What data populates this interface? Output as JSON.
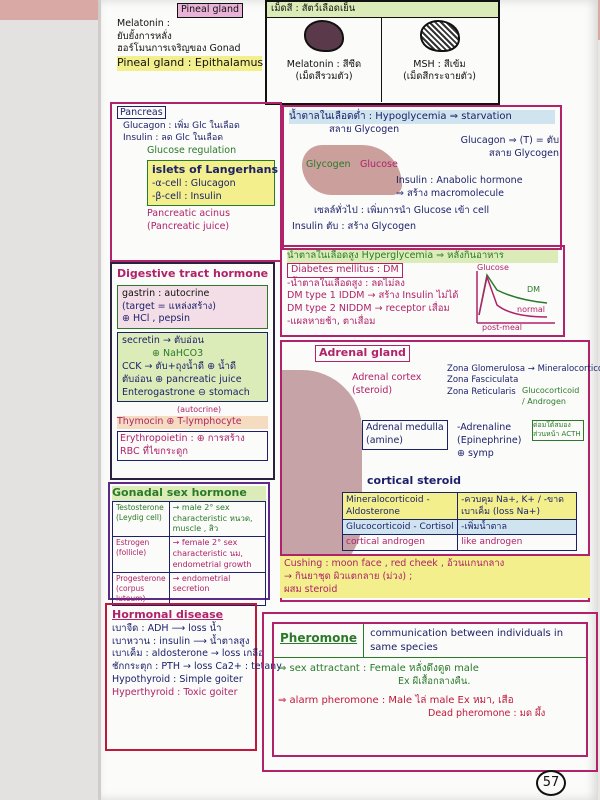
{
  "pineal": {
    "title": "Pineal gland",
    "lines": [
      "Melatonin :",
      "ยับยั้งการหลั่ง",
      "ฮอร์โมนการเจริญของ Gonad"
    ],
    "footer": "Pineal gland : Epithalamus"
  },
  "pigment": {
    "header": "เม็ดสี : สัตว์เลือดเย็น",
    "melatonin": "Melatonin : สีซีด",
    "melatonin_sub": "(เม็ดสีรวมตัว)",
    "msh": "MSH : สีเข้ม",
    "msh_sub": "(เม็ดสีกระจายตัว)"
  },
  "pancreas": {
    "label": "Pancreas",
    "glucagon": "Glucagon : เพิ่ม Glc ในเลือด",
    "insulin": "Insulin : ลด Glc ในเลือด",
    "regulation": "Glucose regulation",
    "islets_title": "islets of Langerhans",
    "alpha": "-α-cell : Glucagon",
    "beta": "-β-cell : Insulin",
    "acinus": "Pancreatic acinus",
    "juice": "(Pancreatic juice)"
  },
  "hypo": {
    "header": "น้ำตาลในเลือดต่ำ : Hypoglycemia ⇒ starvation",
    "glycogen_label": "สลาย Glycogen",
    "liver_glycogen": "Glycogen",
    "liver_glucose": "Glucose",
    "glucagon": "Glucagon ⇒ (T) = ตับ",
    "glucagon2": "สลาย Glycogen",
    "insulin": "Insulin : Anabolic hormone",
    "insulin2": "⇒ สร้าง macromolecule",
    "insulin3": "เซลล์ทั่วไป : เพิ่มการนำ Glucose เข้า cell",
    "insulin4": "Insulin ตับ : สร้าง Glycogen"
  },
  "hyper": {
    "header": "น้ำตาลในเลือดสูง Hyperglycemia ⇒ หลังกินอาหาร",
    "dm_title": "Diabetes mellitus : DM",
    "lines": [
      "-น้ำตาลในเลือดสูง : ลดไม่ลง",
      "DM type 1 IDDM → สร้าง Insulin ไม่ได้",
      "DM type 2 NIDDM → receptor เสื่อม",
      "-แผลหายช้า, ตาเสื่อม"
    ],
    "graph_y": "Glucose",
    "graph_dm": "DM",
    "graph_normal": "normal",
    "graph_x": "post-meal"
  },
  "digestive": {
    "title": "Digestive tract hormone",
    "gastrin": "gastrin : autocrine",
    "gastrin2": "(target = แหล่งสร้าง)",
    "gastrin3": "⊕ HCl , pepsin",
    "secretin": "secretin → ตับอ่อน",
    "secretin2": "⊕ NaHCO3",
    "cck": "CCK → ตับ+ถุงน้ำดี ⊕ น้ำดี",
    "cck2": "ตับอ่อน ⊕ pancreatic juice",
    "entero": "Enterogastrone ⊖ stomach",
    "thymocin": "Thymocin ⊕ T-lymphocyte",
    "thymocin_note": "(autocrine)",
    "epo": "Erythropoietin : ⊕ การสร้าง RBC ที่ไขกระดูก"
  },
  "adrenal": {
    "title": "Adrenal gland",
    "cortex": "Adrenal cortex",
    "cortex_sub": "(steroid)",
    "zona1": "Zona Glomerulosa → Mineralocorticoid",
    "zona2": "Zona Fasciculata",
    "zona3": "Zona Reticularis",
    "zona_out": "Glucocorticoid / Androgen",
    "acth": "ต่อมใต้สมองส่วนหน้า ACTH",
    "medulla": "Adrenal medulla",
    "medulla_sub": "(amine)",
    "adrenaline": "-Adrenaline",
    "epi": "(Epinephrine)",
    "symp": "⊕ symp",
    "cortical": "cortical steroid",
    "table": [
      [
        "Mineralocorticoid - Aldosterone",
        "-ควบคุม Na+, K+ / -ขาด เบาเค็ม (loss Na+)"
      ],
      [
        "Glucocorticoid - Cortisol",
        "-เพิ่มน้ำตาล"
      ],
      [
        "cortical androgen",
        "like androgen"
      ]
    ],
    "cushing": "Cushing : moon face , red cheek , อ้วนแกนกลาง",
    "cushing2": "→ กินยาชุด ผิวแตกลาย (ม่วง) ;",
    "cushing3": "ผสม steroid"
  },
  "sex": {
    "title": "Gonadal sex hormone",
    "rows": [
      [
        "Testosterone (Leydig cell)",
        "→ male 2° sex characteristic หนวด, muscle , สิว"
      ],
      [
        "Estrogen (follicle)",
        "→ female 2° sex characteristic นม, endometrial growth"
      ],
      [
        "Progesterone (corpus luteum)",
        "→ endometrial secretion"
      ]
    ]
  },
  "disease": {
    "title": "Hormonal disease",
    "lines": [
      "เบาจืด : ADH ⟶ loss น้ำ",
      "เบาหวาน : insulin ⟶ น้ำตาลสูง",
      "เบาเค็ม : aldosterone → loss เกลือ",
      "ชักกระตุก : PTH → loss Ca2+ : tetany",
      "Hypothyroid : Simple goiter",
      "Hyperthyroid : Toxic goiter"
    ]
  },
  "pheromone": {
    "title": "Pheromone",
    "def": "communication between individuals in same species",
    "sex": "⇒ sex attractant : Female หลั่งดึงดูด male",
    "sex_ex": "Ex ผีเสื้อกลางคืน.",
    "alarm": "⇒ alarm pheromone : Male ไล่ male Ex หมา, เสือ",
    "dead": "Dead pheromone : มด ผึ้ง"
  },
  "page_number": "57"
}
